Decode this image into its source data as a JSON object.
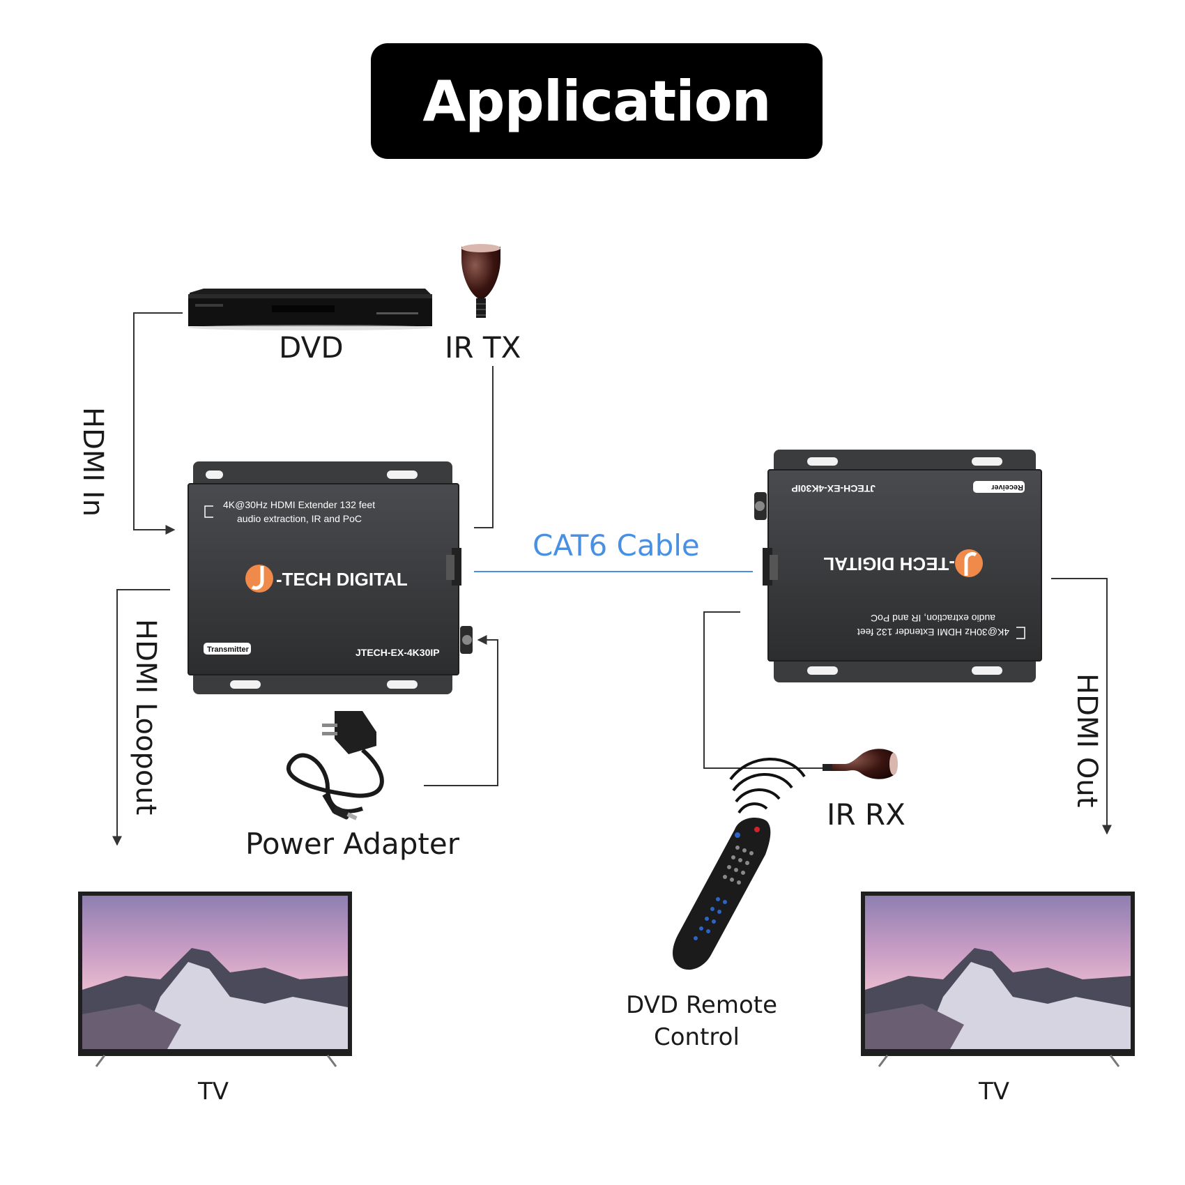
{
  "title": "Application",
  "labels": {
    "dvd": "DVD",
    "ir_tx": "IR TX",
    "hdmi_in": "HDMI In",
    "cat6": "CAT6 Cable",
    "hdmi_loopout": "HDMI Loopout",
    "power_adapter": "Power Adapter",
    "ir_rx": "IR RX",
    "hdmi_out": "HDMI Out",
    "remote_line1": "DVD Remote",
    "remote_line2": "Control",
    "tv_left": "TV",
    "tv_right": "TV"
  },
  "transmitter": {
    "spec_line1": "4K@30Hz HDMI Extender 132 feet",
    "spec_line2": "audio extraction, IR and PoC",
    "brand": "-TECH DIGITAL",
    "badge": "Transmitter",
    "model": "JTECH-EX-4K30IP"
  },
  "receiver": {
    "spec_line1": "4K@30Hz HDMI Extender 132 feet",
    "spec_line2": "audio extraction, IR and PoC",
    "brand": "-TECH DIGITAL",
    "badge": "Receiver",
    "model": "JTECH-EX-4K30IP"
  },
  "colors": {
    "cat6": "#4a90e2",
    "brand_orange": "#f08a4b",
    "device_body": "#3a3b3d",
    "connector_line": "#333333"
  },
  "icons": {
    "dvd_player": "dvd-player-icon",
    "ir_emitter": "ir-emitter-icon",
    "ir_receiver": "ir-receiver-icon",
    "power_adapter": "power-adapter-icon",
    "remote": "remote-control-icon",
    "tv": "tv-icon"
  }
}
